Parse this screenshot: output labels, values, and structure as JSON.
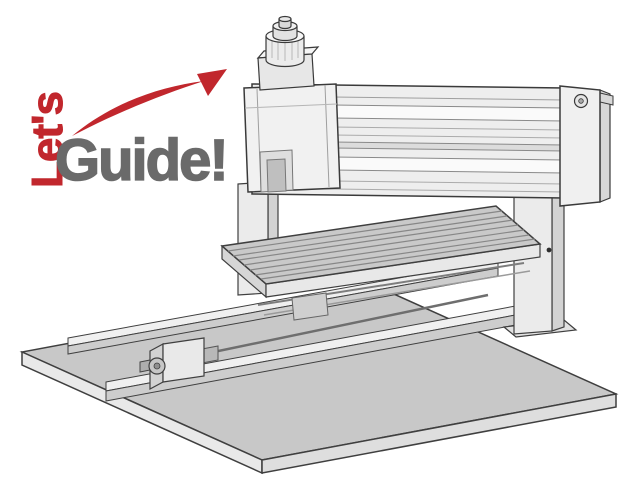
{
  "logo": {
    "vertical_text": "Let's",
    "main_text": "Guide!",
    "accent_color": "#c1272d",
    "text_color": "#6a6a6a"
  },
  "illustration": {
    "subject": "Desktop 3-axis CNC milling machine, grey 3D sketch-style render on white background",
    "parts": [
      "spindle-motor",
      "z-axis-head",
      "x-axis-gantry-beam",
      "gantry-end-plate",
      "left-gantry-column",
      "right-gantry-column",
      "t-slot-work-table",
      "y-axis-rails",
      "stepper-motor",
      "lead-screw",
      "base-plate"
    ]
  }
}
